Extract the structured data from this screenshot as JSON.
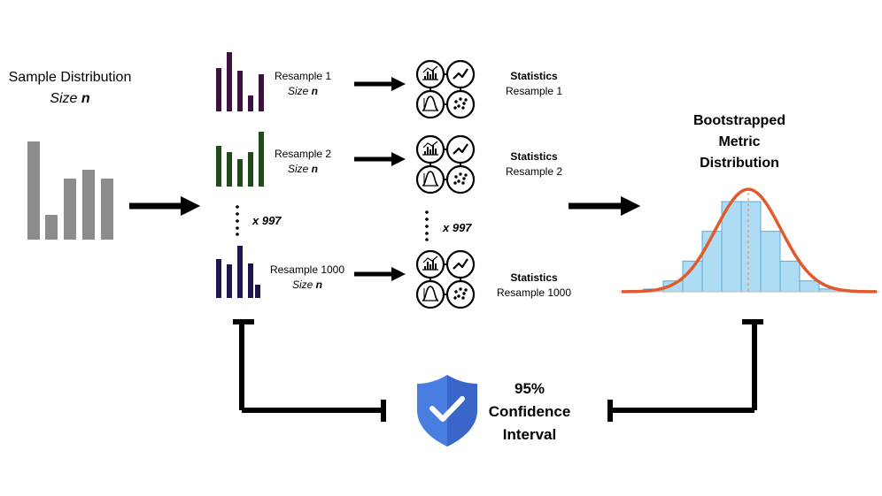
{
  "sample": {
    "title": "Sample Distribution",
    "size_prefix": "Size",
    "size_var": "n"
  },
  "resamples": [
    {
      "label": "Resample  1",
      "size_prefix": "Size",
      "size_var": "n",
      "color": "#3d1040"
    },
    {
      "label": "Resample  2",
      "size_prefix": "Size",
      "size_var": "n",
      "color": "#1f4a1a"
    },
    {
      "label": "Resample  1000",
      "size_prefix": "Size",
      "size_var": "n",
      "color": "#1c1550"
    }
  ],
  "ellipsis_count_left": "x 997",
  "ellipsis_count_right": "x 997",
  "statistics": [
    {
      "title": "Statistics",
      "subtitle": "Resample 1"
    },
    {
      "title": "Statistics",
      "subtitle": "Resample 2"
    },
    {
      "title": "Statistics",
      "subtitle": "Resample 1000"
    }
  ],
  "bootstrapped": {
    "line1": "Bootstrapped",
    "line2": "Metric",
    "line3": "Distribution"
  },
  "confidence": {
    "line1": "95%",
    "line2": "Confidence",
    "line3": "Interval"
  },
  "colors": {
    "sample_bars": "#8c8c8c",
    "histogram_fill": "#aedcf5",
    "histogram_stroke": "#5ba8d6",
    "curve": "#e05a2b",
    "shield": "#4a7de0",
    "arrows": "#000000"
  },
  "icons": [
    "bar-chart-icon",
    "line-chart-icon",
    "bell-curve-icon",
    "scatter-plot-icon",
    "shield-check-icon"
  ]
}
